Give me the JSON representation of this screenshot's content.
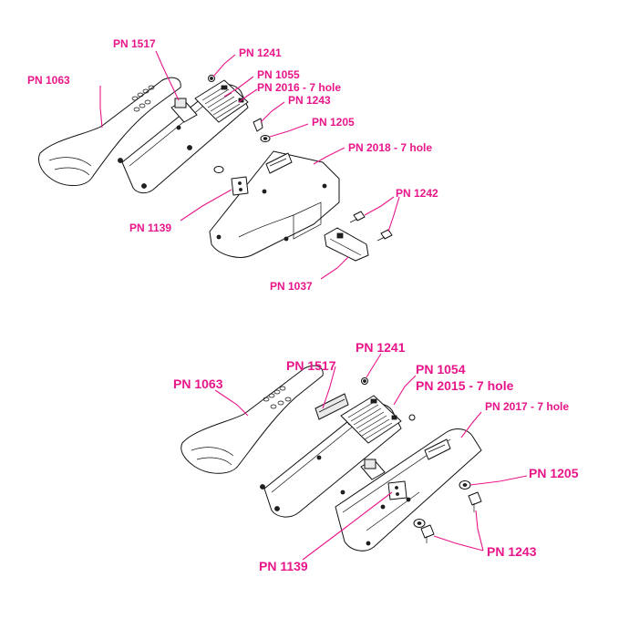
{
  "colors": {
    "label": "#e8168a",
    "outline": "#111111",
    "background": "#ffffff"
  },
  "top_assembly": {
    "labels": {
      "pn1517": "PN 1517",
      "pn1063": "PN 1063",
      "pn1241": "PN 1241",
      "pn1055": "PN 1055",
      "pn2016": "PN 2016 - 7 hole",
      "pn1243": "PN 1243",
      "pn1205": "PN 1205",
      "pn2018": "PN 2018 - 7 hole",
      "pn1242": "PN 1242",
      "pn1139": "PN 1139",
      "pn1037": "PN 1037"
    }
  },
  "bottom_assembly": {
    "labels": {
      "pn1241": "PN 1241",
      "pn1517": "PN 1517",
      "pn1054": "PN 1054",
      "pn1063": "PN 1063",
      "pn2015": "PN 2015 - 7 hole",
      "pn2017": "PN 2017 - 7 hole",
      "pn1205": "PN 1205",
      "pn1243": "PN 1243",
      "pn1139": "PN 1139"
    }
  }
}
